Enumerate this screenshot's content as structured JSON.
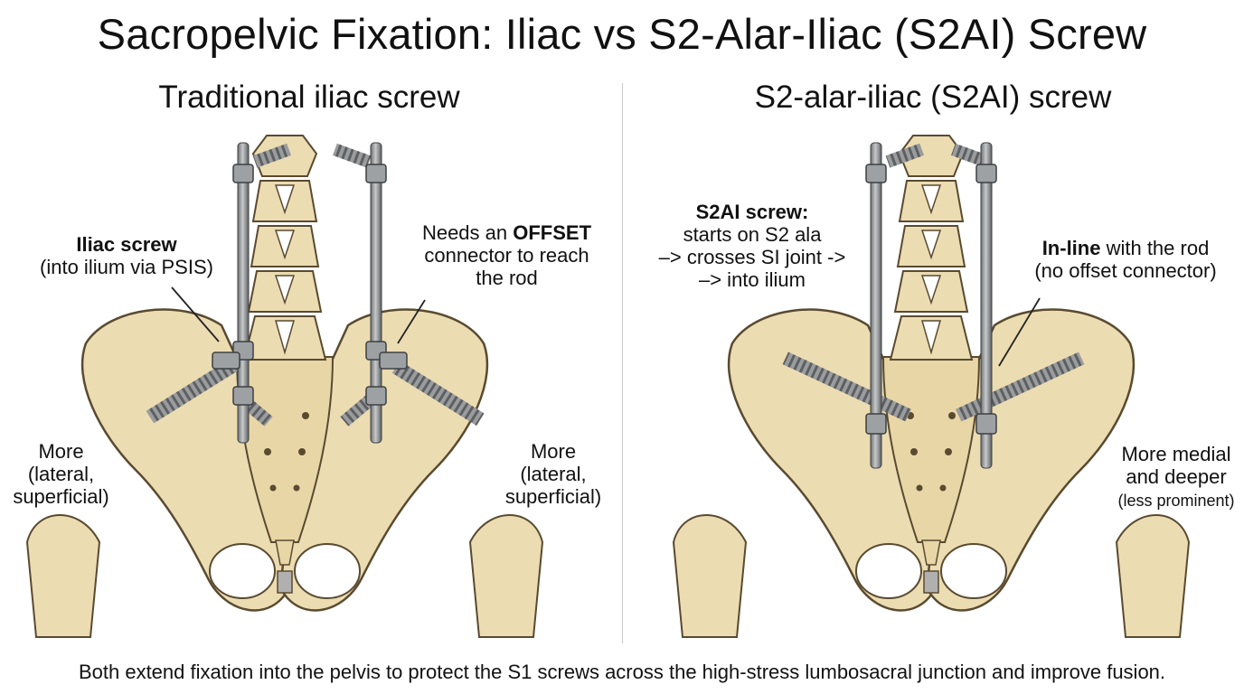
{
  "title": "Sacropelvic Fixation: Iliac vs S2-Alar-Iliac (S2AI) Screw",
  "left": {
    "heading": "Traditional iliac screw",
    "screw_label_bold": "Iliac screw",
    "screw_label_rest": "(into ilium via PSIS)",
    "offset_pre": "Needs an ",
    "offset_bold": "OFFSET",
    "offset_post": "connector to reach",
    "offset_post2": "the rod",
    "side_left": [
      "More",
      "(lateral,",
      "superficial)"
    ],
    "side_right": [
      "More",
      "(lateral,",
      "superficial)"
    ]
  },
  "right": {
    "heading": "S2-alar-iliac (S2AI) screw",
    "screw_label_bold": "S2AI screw:",
    "screw_lines": [
      "starts on S2 ala",
      "–> crosses SI joint ->",
      "–> into ilium"
    ],
    "inline_bold": "In-line",
    "inline_rest": " with the rod",
    "inline_sub": "(no offset connector)",
    "depth_lines": [
      "More medial",
      "and deeper"
    ],
    "depth_small": "(less prominent)"
  },
  "footer": "Both extend fixation into the pelvis to protect the S1 screws across the high-stress lumbosacral junction and improve fusion.",
  "colors": {
    "bone": "#ecdcb2",
    "bone_stroke": "#5a4a30",
    "metal": "#8f9294",
    "metal_dark": "#4e5153"
  }
}
